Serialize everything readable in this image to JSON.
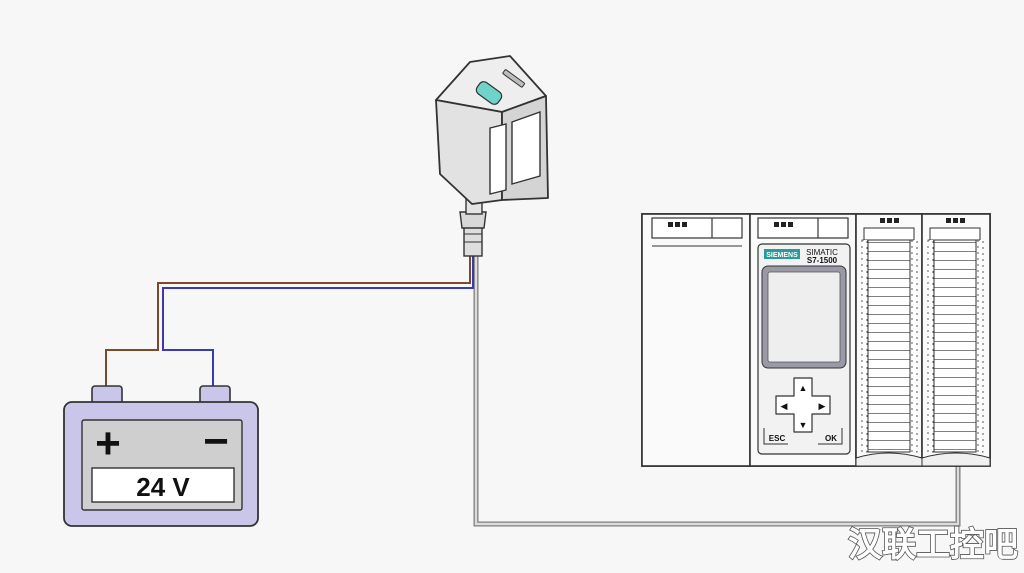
{
  "battery": {
    "plus_symbol": "+",
    "minus_symbol": "−",
    "voltage_label": "24 V"
  },
  "plc": {
    "brand_logo": "SIEMENS",
    "model_line1": "SIMATIC",
    "model_line2": "S7-1500",
    "esc_label": "ESC",
    "ok_label": "OK",
    "arrow_up": "▲",
    "arrow_down": "▼",
    "arrow_left": "◀",
    "arrow_right": "▶"
  },
  "watermark": {
    "text": "汉联工控吧"
  },
  "colors": {
    "background": "#f7f7f7",
    "outline": "#333333",
    "battery_fill": "#c9c6ea",
    "battery_panel": "#cfcfcf",
    "wire_brown": "#7a4a2a",
    "wire_blue": "#3a3ab5",
    "wire_gray": "#9a9a9a",
    "sensor_fill": "#e6e6e6",
    "sensor_led": "#6fd3c9",
    "plc_frame": "#9a9aa6",
    "plc_screen": "#eeeeee",
    "siemens_teal": "#2a9a9a"
  }
}
